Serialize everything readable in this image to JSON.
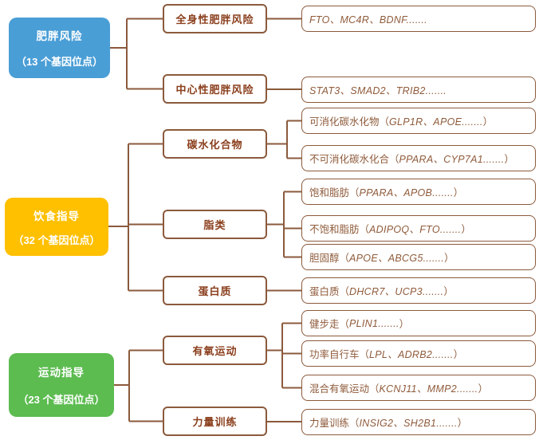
{
  "diagram": {
    "roots": [
      {
        "title": "肥胖风险",
        "subtitle": "（13 个基因位点）",
        "color": "#4A9ED6"
      },
      {
        "title": "饮食指导",
        "subtitle": "（32 个基因位点）",
        "color": "#FFC000"
      },
      {
        "title": "运动指导",
        "subtitle": "（23 个基因位点）",
        "color": "#5CBC50"
      }
    ],
    "categories": [
      {
        "label": "全身性肥胖风险"
      },
      {
        "label": "中心性肥胖风险"
      },
      {
        "label": "碳水化合物"
      },
      {
        "label": "脂类"
      },
      {
        "label": "蛋白质"
      },
      {
        "label": "有氧运动"
      },
      {
        "label": "力量训练"
      }
    ],
    "leaves": [
      {
        "prefix": "",
        "genes": "FTO、MC4R、BDNF.......",
        "suffix": ""
      },
      {
        "prefix": "",
        "genes": "STAT3、SMAD2、TRIB2.......",
        "suffix": ""
      },
      {
        "prefix": "可消化碳水化物（",
        "genes": "GLP1R、APOE.......",
        "suffix": "）"
      },
      {
        "prefix": "不可消化碳水化合（",
        "genes": "PPARA、CYP7A1.......",
        "suffix": "）"
      },
      {
        "prefix": "饱和脂肪（",
        "genes": "PPARA、APOB.......",
        "suffix": "）"
      },
      {
        "prefix": "不饱和脂肪（",
        "genes": "ADIPOQ、FTO.......",
        "suffix": "）"
      },
      {
        "prefix": "胆固醇（",
        "genes": "APOE、ABCG5.......",
        "suffix": "）"
      },
      {
        "prefix": "蛋白质（",
        "genes": "DHCR7、UCP3.......",
        "suffix": "）"
      },
      {
        "prefix": "健步走（",
        "genes": "PLIN1.......",
        "suffix": "）"
      },
      {
        "prefix": "功率自行车（",
        "genes": "LPL、ADRB2.......",
        "suffix": "）"
      },
      {
        "prefix": "混合有氧运动（",
        "genes": "KCNJ11、MMP2.......",
        "suffix": "）"
      },
      {
        "prefix": "力量训练（",
        "genes": "INSIG2、SH2B1.......",
        "suffix": "）"
      }
    ],
    "colors": {
      "connector": "#8B5A3C",
      "box_border": "#8B5A3C",
      "category_text": "#8A3E1C",
      "leaf_text": "#8F5B3B",
      "root_obesity_risk": "#4A9ED6",
      "root_diet_guidance": "#FFC000",
      "root_exercise_guidance": "#5CBC50"
    }
  }
}
